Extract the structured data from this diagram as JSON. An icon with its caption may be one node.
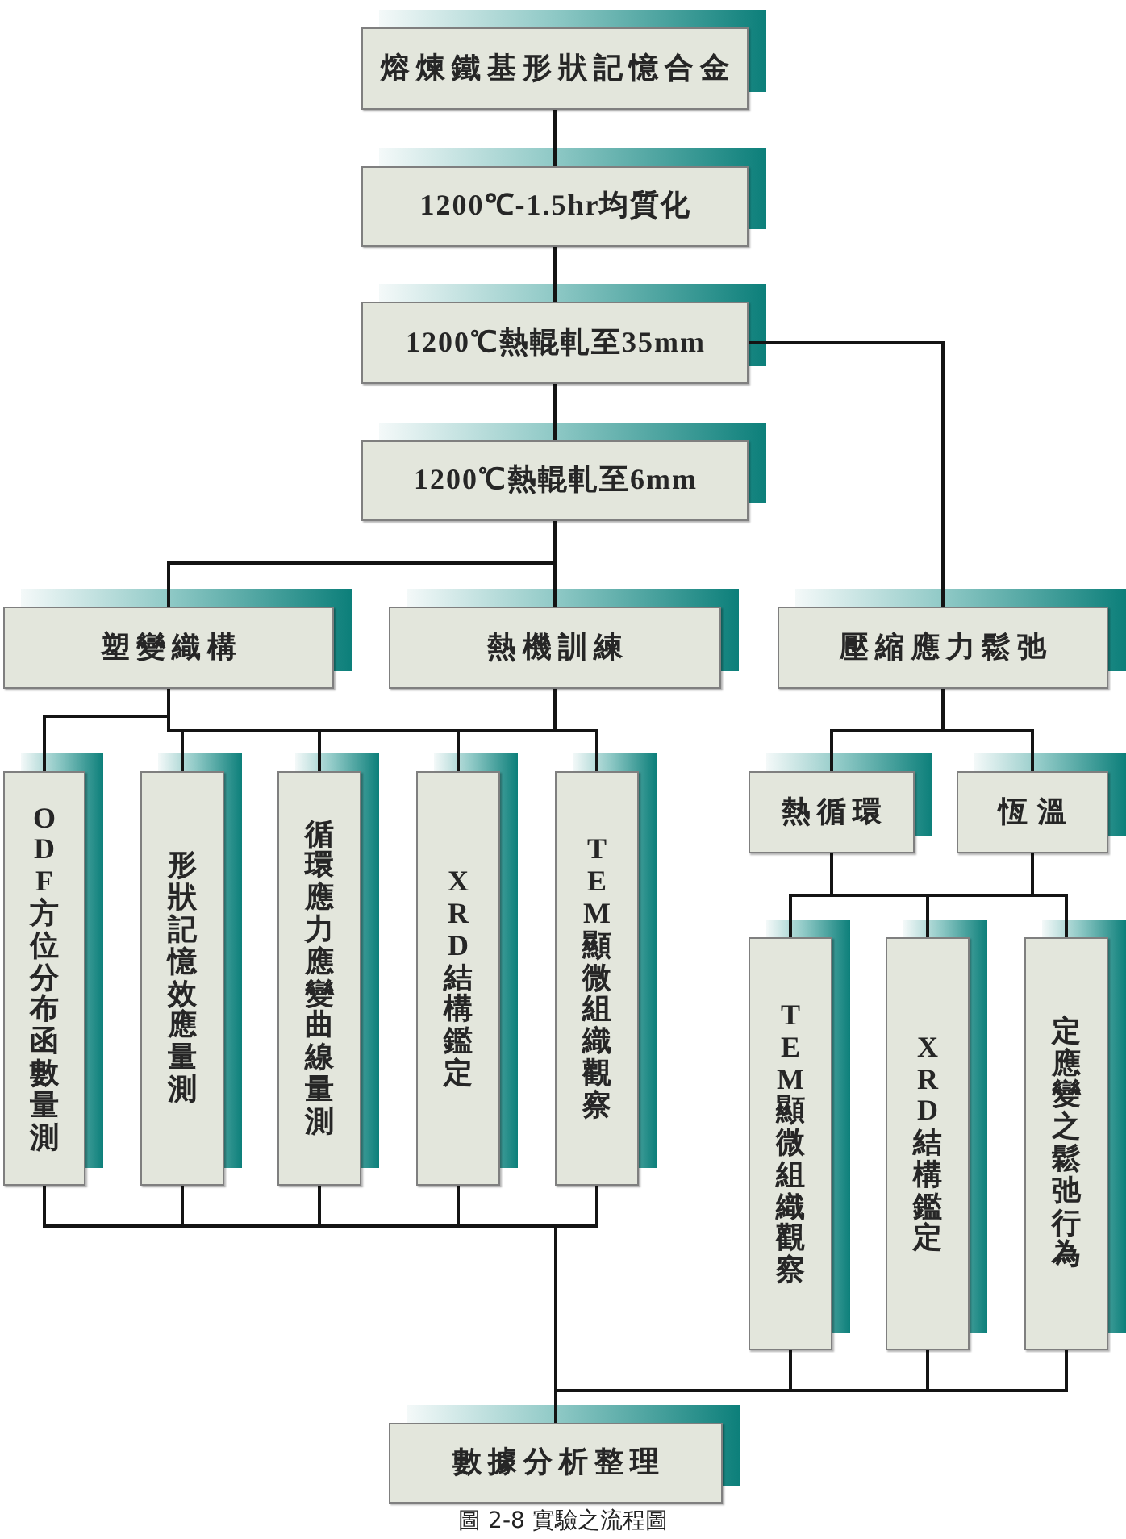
{
  "diagram": {
    "caption": "圖 2-8 實驗之流程圖",
    "nodes": [
      {
        "text": [
          "熔煉鐵基形狀記憶合金"
        ]
      },
      {
        "text": [
          "1200℃-1.5hr均質化"
        ]
      },
      {
        "text": [
          "1200℃熱輥軋至35mm"
        ]
      },
      {
        "text": [
          "1200℃熱輥軋至6mm"
        ]
      },
      {
        "text": [
          "塑變織構"
        ]
      },
      {
        "text": [
          "熱機訓練"
        ]
      },
      {
        "text": [
          "壓縮應力鬆弛"
        ]
      },
      {
        "text": [
          "熱循環"
        ]
      },
      {
        "text": [
          "恆溫"
        ]
      },
      {
        "text": [
          "ODF方位分布函數量測"
        ]
      },
      {
        "text": [
          "形狀記憶效應量測"
        ]
      },
      {
        "text": [
          "循環應力應變曲線量測"
        ]
      },
      {
        "text": [
          "XRD結構鑑定"
        ]
      },
      {
        "text": [
          "TEM顯微組織觀察"
        ]
      },
      {
        "text": [
          "TEM顯微組織觀察"
        ]
      },
      {
        "text": [
          "XRD結構鑑定"
        ]
      },
      {
        "text": [
          "定應變之鬆弛行為"
        ]
      },
      {
        "text": [
          "數據分析整理"
        ]
      }
    ],
    "edges": [
      {
        "from": 0,
        "to": 1,
        "arrow": "none"
      },
      {
        "from": 1,
        "to": 2,
        "arrow": "none"
      },
      {
        "from": 2,
        "to": 3,
        "arrow": "none"
      },
      {
        "from": 2,
        "to": 6,
        "arrow": "none"
      },
      {
        "from": 3,
        "to": 4,
        "arrow": "none"
      },
      {
        "from": 3,
        "to": 5,
        "arrow": "none"
      },
      {
        "from": 4,
        "to": 9,
        "arrow": "none"
      },
      {
        "from": 4,
        "to": 10,
        "arrow": "none"
      },
      {
        "from": 4,
        "to": 11,
        "arrow": "none"
      },
      {
        "from": 4,
        "to": 12,
        "arrow": "none"
      },
      {
        "from": 4,
        "to": 13,
        "arrow": "none"
      },
      {
        "from": 5,
        "to": 9,
        "arrow": "none"
      },
      {
        "from": 5,
        "to": 10,
        "arrow": "none"
      },
      {
        "from": 5,
        "to": 11,
        "arrow": "none"
      },
      {
        "from": 5,
        "to": 12,
        "arrow": "none"
      },
      {
        "from": 5,
        "to": 13,
        "arrow": "none"
      },
      {
        "from": 6,
        "to": 7,
        "arrow": "none"
      },
      {
        "from": 6,
        "to": 8,
        "arrow": "none"
      },
      {
        "from": 7,
        "to": 14,
        "arrow": "none"
      },
      {
        "from": 7,
        "to": 15,
        "arrow": "none"
      },
      {
        "from": 7,
        "to": 16,
        "arrow": "none"
      },
      {
        "from": 8,
        "to": 14,
        "arrow": "none"
      },
      {
        "from": 8,
        "to": 15,
        "arrow": "none"
      },
      {
        "from": 8,
        "to": 16,
        "arrow": "none"
      },
      {
        "from": 9,
        "to": 17,
        "arrow": "none"
      },
      {
        "from": 10,
        "to": 17,
        "arrow": "none"
      },
      {
        "from": 11,
        "to": 17,
        "arrow": "none"
      },
      {
        "from": 12,
        "to": 17,
        "arrow": "none"
      },
      {
        "from": 13,
        "to": 17,
        "arrow": "none"
      },
      {
        "from": 14,
        "to": 17,
        "arrow": "none"
      },
      {
        "from": 15,
        "to": 17,
        "arrow": "none"
      },
      {
        "from": 16,
        "to": 17,
        "arrow": "none"
      }
    ]
  }
}
